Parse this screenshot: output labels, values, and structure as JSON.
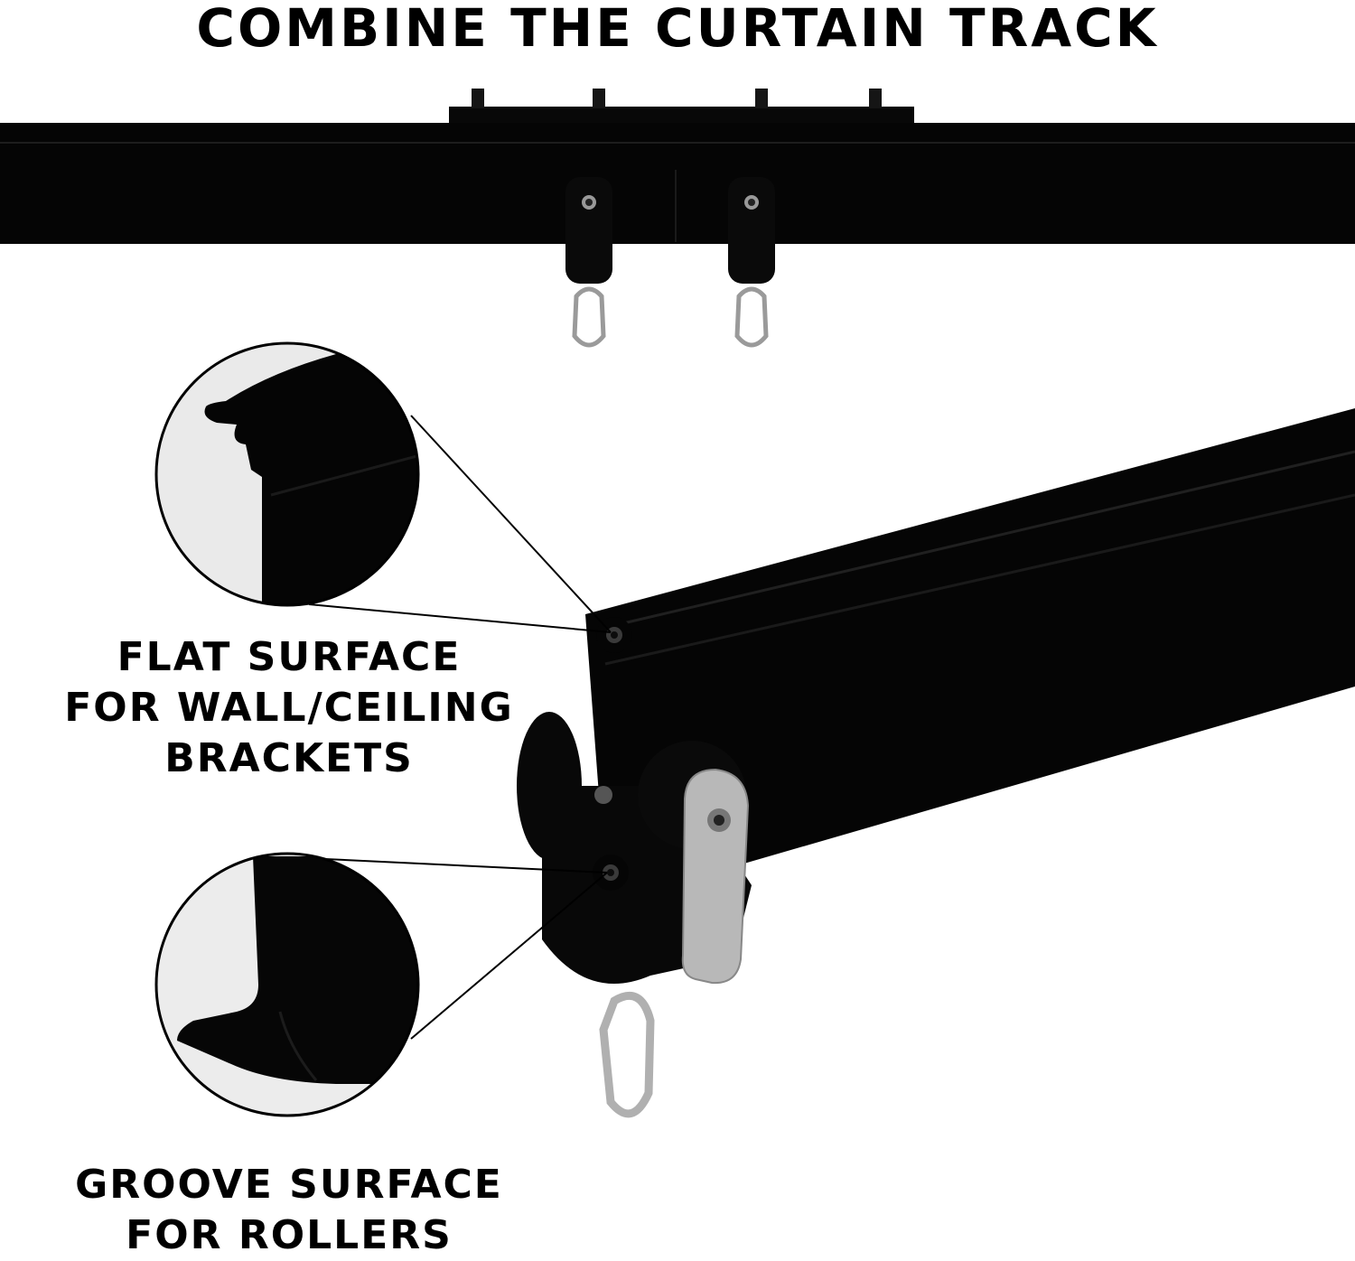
{
  "title": "COMBINE THE CURTAIN TRACK",
  "callouts": {
    "flat": {
      "line1": "FLAT SURFACE",
      "line2": "FOR WALL/CEILING",
      "line3": "BRACKETS"
    },
    "groove": {
      "line1": "GROOVE SURFACE",
      "line2": "FOR ROLLERS"
    }
  },
  "colors": {
    "track": "#050505",
    "metal": "#b8b8b8",
    "zoom_bg": "#eeeeee"
  }
}
